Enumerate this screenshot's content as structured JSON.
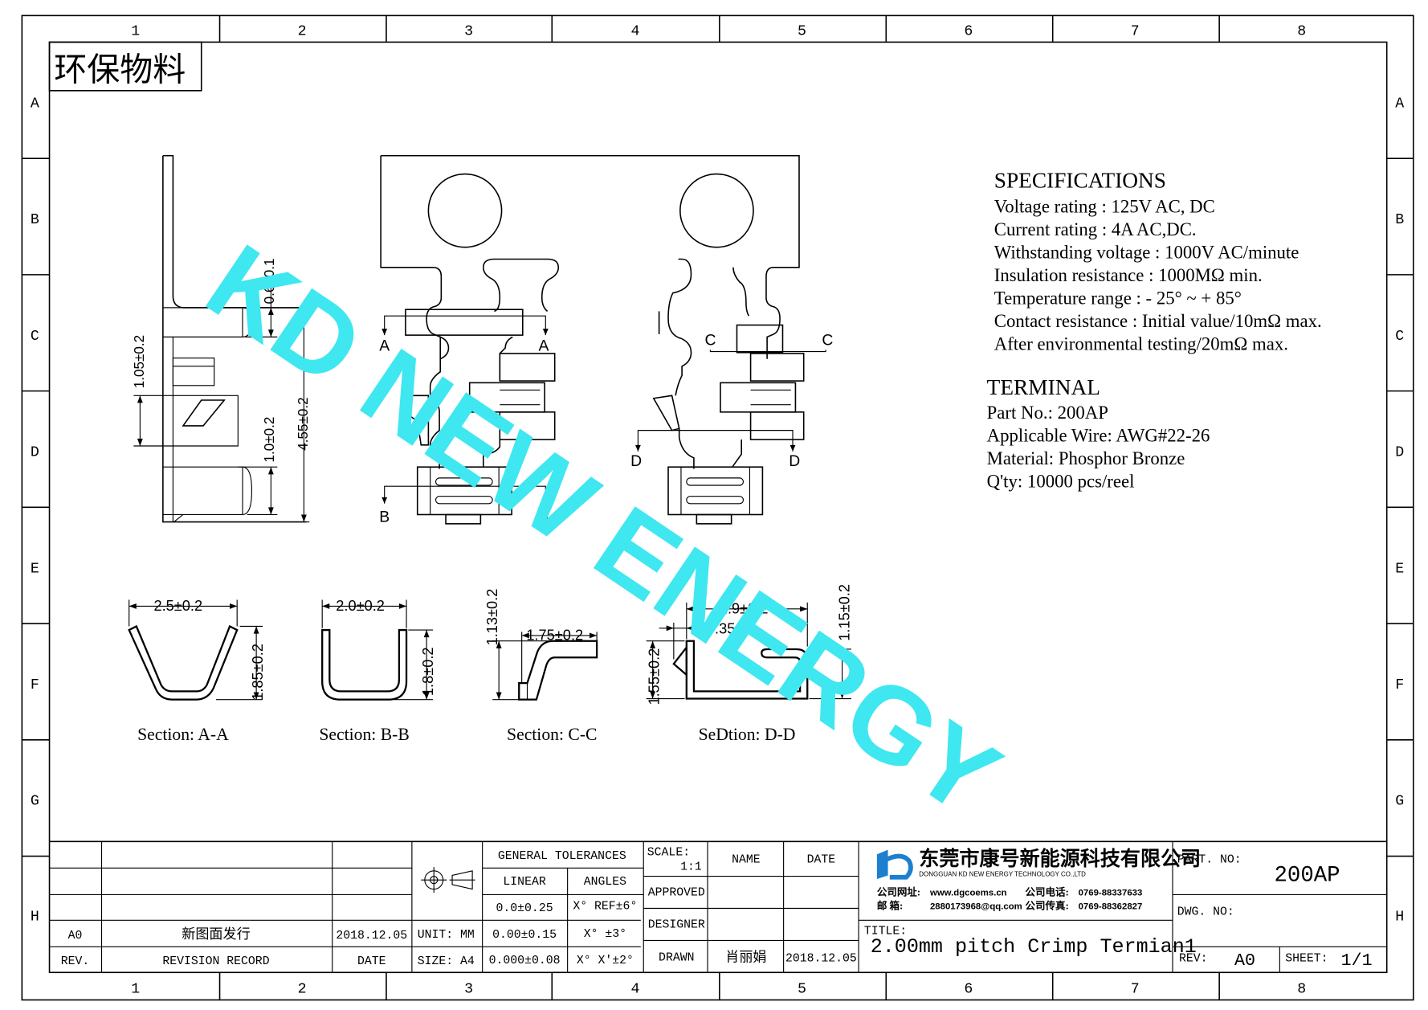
{
  "stamp": "环保物料",
  "border": {
    "columns": [
      "1",
      "2",
      "3",
      "4",
      "5",
      "6",
      "7",
      "8"
    ],
    "rows": [
      "A",
      "B",
      "C",
      "D",
      "E",
      "F",
      "G",
      "H"
    ]
  },
  "watermark": "KD NEW ENERGY",
  "specifications": {
    "heading": "SPECIFICATIONS",
    "lines": [
      "Voltage rating : 125V AC, DC",
      "Current rating : 4A  AC,DC.",
      "Withstanding voltage : 1000V AC/minute",
      "Insulation resistance : 1000MΩ min.",
      "Temperature range : - 25° ~ + 85°",
      "Contact resistance : Initial value/10mΩ max.",
      "After environmental testing/20mΩ max."
    ]
  },
  "terminal": {
    "heading": "TERMINAL",
    "lines": [
      "Part No.: 200AP",
      "Applicable Wire: AWG#22-26",
      "Material: Phosphor Bronze",
      "Q'ty: 10000 pcs/reel"
    ]
  },
  "dimensions": {
    "side_view": [
      "0.6±0.1",
      "1.05±0.2",
      "1.0±0.2",
      "4.55±0.2"
    ],
    "section_aa": [
      "2.5±0.2",
      "1.85±0.2"
    ],
    "section_bb": [
      "2.0±0.2",
      "1.8±0.2"
    ],
    "section_cc": [
      "1.75±0.2",
      "1.13±0.2"
    ],
    "section_dd": [
      "2.9±0.2",
      "0.35",
      "1.15±0.2",
      "1.55±0.2"
    ]
  },
  "cut_labels": {
    "a": "A",
    "b": "B",
    "c": "C",
    "d": "D"
  },
  "section_captions": [
    "Section: A-A",
    "Section: B-B",
    "Section: C-C",
    "SeDtion: D-D"
  ],
  "title_block": {
    "general_tolerances": "GENERAL TOLERANCES",
    "linear": "LINEAR",
    "angles": "ANGLES",
    "linear_values": [
      "0.0±0.25",
      "0.00±0.15",
      "0.000±0.08"
    ],
    "angle_values": [
      "X° REF±6°",
      "X°  ±3°",
      "X° X'±2°"
    ],
    "unit": "UNIT: MM",
    "size": "SIZE: A4",
    "scale_label": "SCALE:",
    "scale_value": "1:1",
    "name": "NAME",
    "date_col": "DATE",
    "approved": "APPROVED",
    "designer": "DESIGNER",
    "drawn": "DRAWN",
    "drawn_name": "肖丽娟",
    "drawn_date": "2018.12.05",
    "rev_row": {
      "rev": "A0",
      "record": "新图面发行",
      "date": "2018.12.05"
    },
    "rev_header": {
      "rev": "REV.",
      "record": "REVISION RECORD",
      "date": "DATE"
    },
    "company_cn": "东莞市康号新能源科技有限公司",
    "company_en": "DONGGUAN KD NEW ENERGY TECHNOLOGY CO.,LTD",
    "company_web_label": "公司网址:",
    "company_web": "www.dgcoems.cn",
    "company_tel_label": "公司电话:",
    "company_tel": "0769-88337633",
    "company_mail_label": "邮    箱:",
    "company_mail": "2880173968@qq.com",
    "company_fax_label": "公司传真:",
    "company_fax": "0769-88362827",
    "title_label": "TITLE:",
    "title": "2.00mm pitch Crimp Termian1",
    "part_no_label": "PART. NO:",
    "part_no": "200AP",
    "dwg_no_label": "DWG. NO:",
    "rev_label": "REV:",
    "rev_value": "A0",
    "sheet_label": "SHEET:",
    "sheet_value": "1/1"
  }
}
